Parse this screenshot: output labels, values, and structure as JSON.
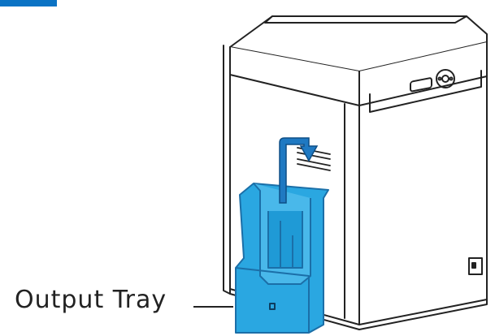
{
  "diagram": {
    "callout_label": "Output Tray",
    "colors": {
      "line": "#222222",
      "tray_fill": "#2aa7e1",
      "tray_stroke": "#1b6fa8",
      "arrow_fill": "#1f79c2",
      "heading_accent": "#0b73c4"
    },
    "icons": [
      "printer-illustration",
      "output-tray",
      "insert-arrow",
      "power-switch-icon",
      "control-panel-buttons"
    ]
  }
}
